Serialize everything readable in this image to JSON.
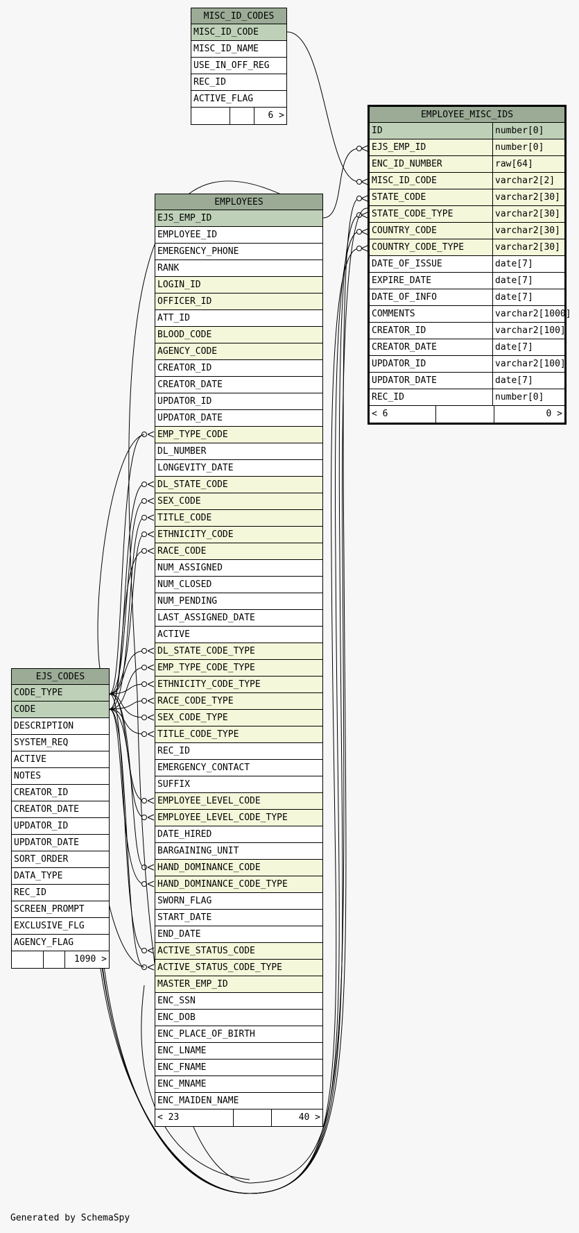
{
  "footer_note": "Generated by SchemaSpy",
  "tables": {
    "misc_id_codes": {
      "name": "MISC_ID_CODES",
      "columns": [
        {
          "name": "MISC_ID_CODE",
          "kind": "pk"
        },
        {
          "name": "MISC_ID_NAME",
          "kind": ""
        },
        {
          "name": "USE_IN_OFF_REG",
          "kind": ""
        },
        {
          "name": "REC_ID",
          "kind": ""
        },
        {
          "name": "ACTIVE_FLAG",
          "kind": ""
        }
      ],
      "footer": {
        "parents": "",
        "mid": "",
        "children": "6 >"
      }
    },
    "employee_misc_ids": {
      "name": "EMPLOYEE_MISC_IDS",
      "columns": [
        {
          "name": "ID",
          "type": "number[0]",
          "kind": "pk"
        },
        {
          "name": "EJS_EMP_ID",
          "type": "number[0]",
          "kind": "fk"
        },
        {
          "name": "ENC_ID_NUMBER",
          "type": "raw[64]",
          "kind": "fk"
        },
        {
          "name": "MISC_ID_CODE",
          "type": "varchar2[2]",
          "kind": "fk"
        },
        {
          "name": "STATE_CODE",
          "type": "varchar2[30]",
          "kind": "fk"
        },
        {
          "name": "STATE_CODE_TYPE",
          "type": "varchar2[30]",
          "kind": "fk"
        },
        {
          "name": "COUNTRY_CODE",
          "type": "varchar2[30]",
          "kind": "fk"
        },
        {
          "name": "COUNTRY_CODE_TYPE",
          "type": "varchar2[30]",
          "kind": "fk"
        },
        {
          "name": "DATE_OF_ISSUE",
          "type": "date[7]",
          "kind": ""
        },
        {
          "name": "EXPIRE_DATE",
          "type": "date[7]",
          "kind": ""
        },
        {
          "name": "DATE_OF_INFO",
          "type": "date[7]",
          "kind": ""
        },
        {
          "name": "COMMENTS",
          "type": "varchar2[1000]",
          "kind": ""
        },
        {
          "name": "CREATOR_ID",
          "type": "varchar2[100]",
          "kind": ""
        },
        {
          "name": "CREATOR_DATE",
          "type": "date[7]",
          "kind": ""
        },
        {
          "name": "UPDATOR_ID",
          "type": "varchar2[100]",
          "kind": ""
        },
        {
          "name": "UPDATOR_DATE",
          "type": "date[7]",
          "kind": ""
        },
        {
          "name": "REC_ID",
          "type": "number[0]",
          "kind": ""
        }
      ],
      "footer": {
        "parents": "< 6",
        "mid": "",
        "children": "0 >"
      }
    },
    "employees": {
      "name": "EMPLOYEES",
      "columns": [
        {
          "name": "EJS_EMP_ID",
          "kind": "pk"
        },
        {
          "name": "EMPLOYEE_ID",
          "kind": ""
        },
        {
          "name": "EMERGENCY_PHONE",
          "kind": ""
        },
        {
          "name": "RANK",
          "kind": ""
        },
        {
          "name": "LOGIN_ID",
          "kind": "fk"
        },
        {
          "name": "OFFICER_ID",
          "kind": "fk"
        },
        {
          "name": "ATT_ID",
          "kind": ""
        },
        {
          "name": "BLOOD_CODE",
          "kind": "fk"
        },
        {
          "name": "AGENCY_CODE",
          "kind": "fk"
        },
        {
          "name": "CREATOR_ID",
          "kind": ""
        },
        {
          "name": "CREATOR_DATE",
          "kind": ""
        },
        {
          "name": "UPDATOR_ID",
          "kind": ""
        },
        {
          "name": "UPDATOR_DATE",
          "kind": ""
        },
        {
          "name": "EMP_TYPE_CODE",
          "kind": "fk"
        },
        {
          "name": "DL_NUMBER",
          "kind": ""
        },
        {
          "name": "LONGEVITY_DATE",
          "kind": ""
        },
        {
          "name": "DL_STATE_CODE",
          "kind": "fk"
        },
        {
          "name": "SEX_CODE",
          "kind": "fk"
        },
        {
          "name": "TITLE_CODE",
          "kind": "fk"
        },
        {
          "name": "ETHNICITY_CODE",
          "kind": "fk"
        },
        {
          "name": "RACE_CODE",
          "kind": "fk"
        },
        {
          "name": "NUM_ASSIGNED",
          "kind": ""
        },
        {
          "name": "NUM_CLOSED",
          "kind": ""
        },
        {
          "name": "NUM_PENDING",
          "kind": ""
        },
        {
          "name": "LAST_ASSIGNED_DATE",
          "kind": ""
        },
        {
          "name": "ACTIVE",
          "kind": ""
        },
        {
          "name": "DL_STATE_CODE_TYPE",
          "kind": "fk"
        },
        {
          "name": "EMP_TYPE_CODE_TYPE",
          "kind": "fk"
        },
        {
          "name": "ETHNICITY_CODE_TYPE",
          "kind": "fk"
        },
        {
          "name": "RACE_CODE_TYPE",
          "kind": "fk"
        },
        {
          "name": "SEX_CODE_TYPE",
          "kind": "fk"
        },
        {
          "name": "TITLE_CODE_TYPE",
          "kind": "fk"
        },
        {
          "name": "REC_ID",
          "kind": ""
        },
        {
          "name": "EMERGENCY_CONTACT",
          "kind": ""
        },
        {
          "name": "SUFFIX",
          "kind": ""
        },
        {
          "name": "EMPLOYEE_LEVEL_CODE",
          "kind": "fk"
        },
        {
          "name": "EMPLOYEE_LEVEL_CODE_TYPE",
          "kind": "fk"
        },
        {
          "name": "DATE_HIRED",
          "kind": ""
        },
        {
          "name": "BARGAINING_UNIT",
          "kind": ""
        },
        {
          "name": "HAND_DOMINANCE_CODE",
          "kind": "fk"
        },
        {
          "name": "HAND_DOMINANCE_CODE_TYPE",
          "kind": "fk"
        },
        {
          "name": "SWORN_FLAG",
          "kind": ""
        },
        {
          "name": "START_DATE",
          "kind": ""
        },
        {
          "name": "END_DATE",
          "kind": ""
        },
        {
          "name": "ACTIVE_STATUS_CODE",
          "kind": "fk"
        },
        {
          "name": "ACTIVE_STATUS_CODE_TYPE",
          "kind": "fk"
        },
        {
          "name": "MASTER_EMP_ID",
          "kind": "fk"
        },
        {
          "name": "ENC_SSN",
          "kind": ""
        },
        {
          "name": "ENC_DOB",
          "kind": ""
        },
        {
          "name": "ENC_PLACE_OF_BIRTH",
          "kind": ""
        },
        {
          "name": "ENC_LNAME",
          "kind": ""
        },
        {
          "name": "ENC_FNAME",
          "kind": ""
        },
        {
          "name": "ENC_MNAME",
          "kind": ""
        },
        {
          "name": "ENC_MAIDEN_NAME",
          "kind": ""
        }
      ],
      "footer": {
        "parents": "< 23",
        "mid": "",
        "children": "40 >"
      }
    },
    "ejs_codes": {
      "name": "EJS_CODES",
      "columns": [
        {
          "name": "CODE_TYPE",
          "kind": "pk"
        },
        {
          "name": "CODE",
          "kind": "pk"
        },
        {
          "name": "DESCRIPTION",
          "kind": ""
        },
        {
          "name": "SYSTEM_REQ",
          "kind": ""
        },
        {
          "name": "ACTIVE",
          "kind": ""
        },
        {
          "name": "NOTES",
          "kind": ""
        },
        {
          "name": "CREATOR_ID",
          "kind": ""
        },
        {
          "name": "CREATOR_DATE",
          "kind": ""
        },
        {
          "name": "UPDATOR_ID",
          "kind": ""
        },
        {
          "name": "UPDATOR_DATE",
          "kind": ""
        },
        {
          "name": "SORT_ORDER",
          "kind": ""
        },
        {
          "name": "DATA_TYPE",
          "kind": ""
        },
        {
          "name": "REC_ID",
          "kind": ""
        },
        {
          "name": "SCREEN_PROMPT",
          "kind": ""
        },
        {
          "name": "EXCLUSIVE_FLG",
          "kind": ""
        },
        {
          "name": "AGENCY_FLAG",
          "kind": ""
        }
      ],
      "footer": {
        "parents": "",
        "mid": "",
        "children": "1090 >"
      }
    }
  }
}
